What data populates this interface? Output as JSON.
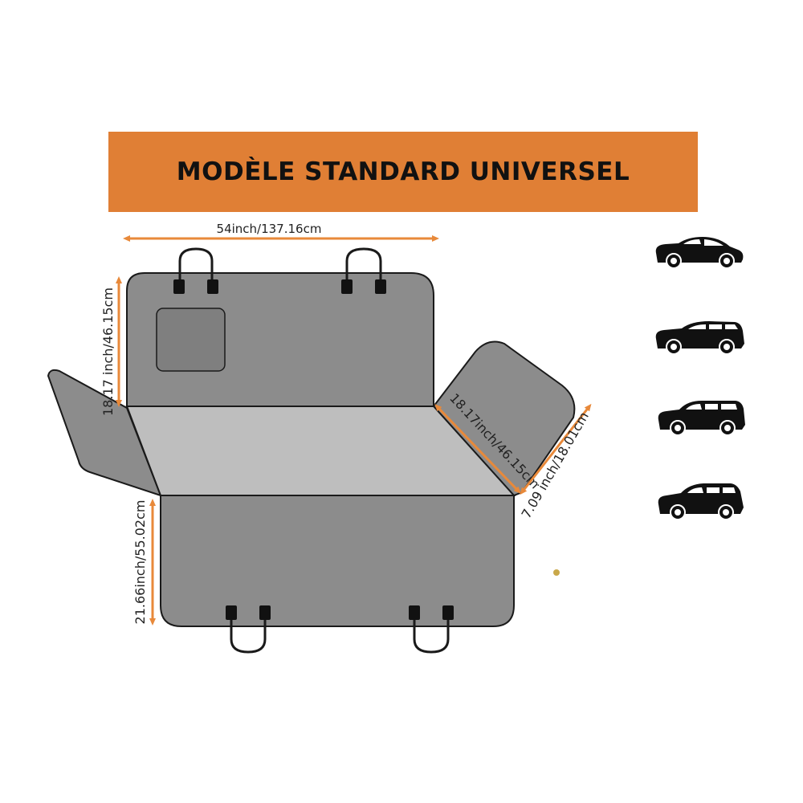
{
  "title": "MODÈLE STANDARD UNIVERSEL",
  "dimensions": {
    "width": "54inch/137.16cm",
    "backrest_height": "18.17 inch/46.15cm",
    "seat_front_height": "21.66inch/55.02cm",
    "side_flap_length": "18.17inch/46.15cm",
    "side_flap_width_short": "7.09 inch/18.01cm"
  },
  "vehicles": [
    {
      "type": "sedan-icon"
    },
    {
      "type": "suv-icon"
    },
    {
      "type": "wagon-suv-icon"
    },
    {
      "type": "hatchback-icon"
    }
  ],
  "colors": {
    "banner": "#E07F35",
    "arrow": "#E8893A",
    "panel_dark": "#8C8C8C",
    "panel_light": "#BEBEBE",
    "window": "#7F7F7F",
    "outline": "#1A1A1A"
  }
}
